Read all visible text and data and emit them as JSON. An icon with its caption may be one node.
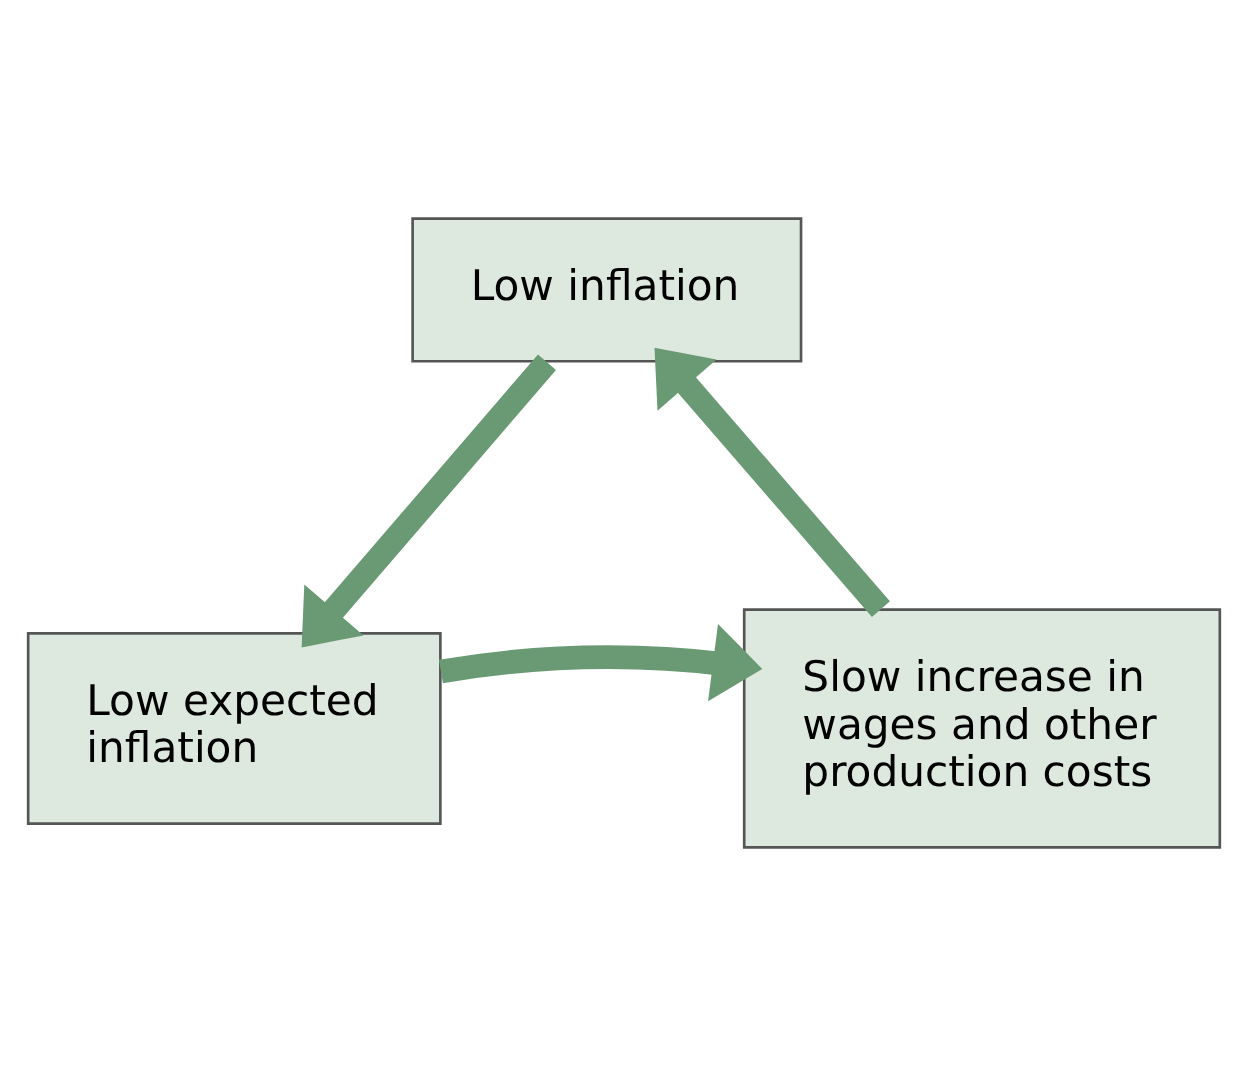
{
  "diagram": {
    "nodes": [
      {
        "text": [
          "Low inflation"
        ]
      },
      {
        "text": [
          "Low expected inflation"
        ]
      },
      {
        "text": [
          "Slow increase in wages and other production costs"
        ]
      }
    ],
    "edges": [
      {
        "from": 0,
        "to": 1,
        "arrow": "to"
      },
      {
        "from": 1,
        "to": 2,
        "arrow": "to"
      },
      {
        "from": 2,
        "to": 0,
        "arrow": "to"
      }
    ]
  }
}
